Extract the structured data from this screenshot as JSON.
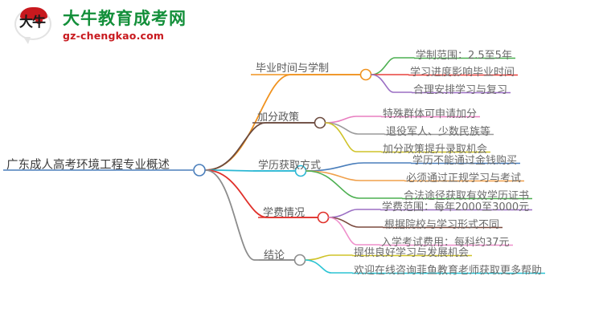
{
  "logo": {
    "mark_text": "大牛",
    "title": "大牛教育成考网",
    "subtitle": "gz-chengkao.com",
    "title_color": "#138f3a",
    "subtitle_color": "#c8191e"
  },
  "mindmap": {
    "root": {
      "label": "广东成人高考环境工程专业概述",
      "node_color": "#4a7ebb",
      "underline_color": "#4a7ebb"
    },
    "branches": [
      {
        "label": "毕业时间与学制",
        "branch_color": "#f0921e",
        "node_color": "#f0921e",
        "children": [
          {
            "label": "学制范围：2.5至5年",
            "color": "#4caf50"
          },
          {
            "label": "学习进度影响毕业时间",
            "color": "#e8413c"
          },
          {
            "label": "合理安排学习与复习",
            "color": "#9b6fc4"
          }
        ]
      },
      {
        "label": "加分政策",
        "branch_color": "#6b4a3e",
        "node_color": "#6b4a3e",
        "children": [
          {
            "label": "特殊群体可申请加分",
            "color": "#e87ec0"
          },
          {
            "label": "退役军人、少数民族等",
            "color": "#9a9a9a"
          },
          {
            "label": "加分政策提升录取机会",
            "color": "#cfc329"
          }
        ]
      },
      {
        "label": "学历获取方式",
        "branch_color": "#2bb7d4",
        "node_color": "#2bb7d4",
        "children": [
          {
            "label": "学历不能通过金钱购买",
            "color": "#4a7ebb"
          },
          {
            "label": "必须通过正规学习与考试",
            "color": "#f0a04b"
          },
          {
            "label": "合法途径获取有效学历证书",
            "color": "#4caf50"
          }
        ]
      },
      {
        "label": "学费情况",
        "branch_color": "#e0302a",
        "node_color": "#e0302a",
        "children": [
          {
            "label": "学费范围：每年2000至3000元",
            "color": "#9b6fc4"
          },
          {
            "label": "根据院校与学习形式不同",
            "color": "#7b4a3e"
          },
          {
            "label": "入学考试费用：每科约37元",
            "color": "#ef8fcb"
          }
        ]
      },
      {
        "label": "结论",
        "branch_color": "#8c8c8c",
        "node_color": "#8c8c8c",
        "children": [
          {
            "label": "提供良好学习与发展机会",
            "color": "#cfc329"
          },
          {
            "label": "欢迎在线咨询菲鱼教育老师获取更多帮助",
            "color": "#2bc4d4"
          }
        ]
      }
    ]
  }
}
